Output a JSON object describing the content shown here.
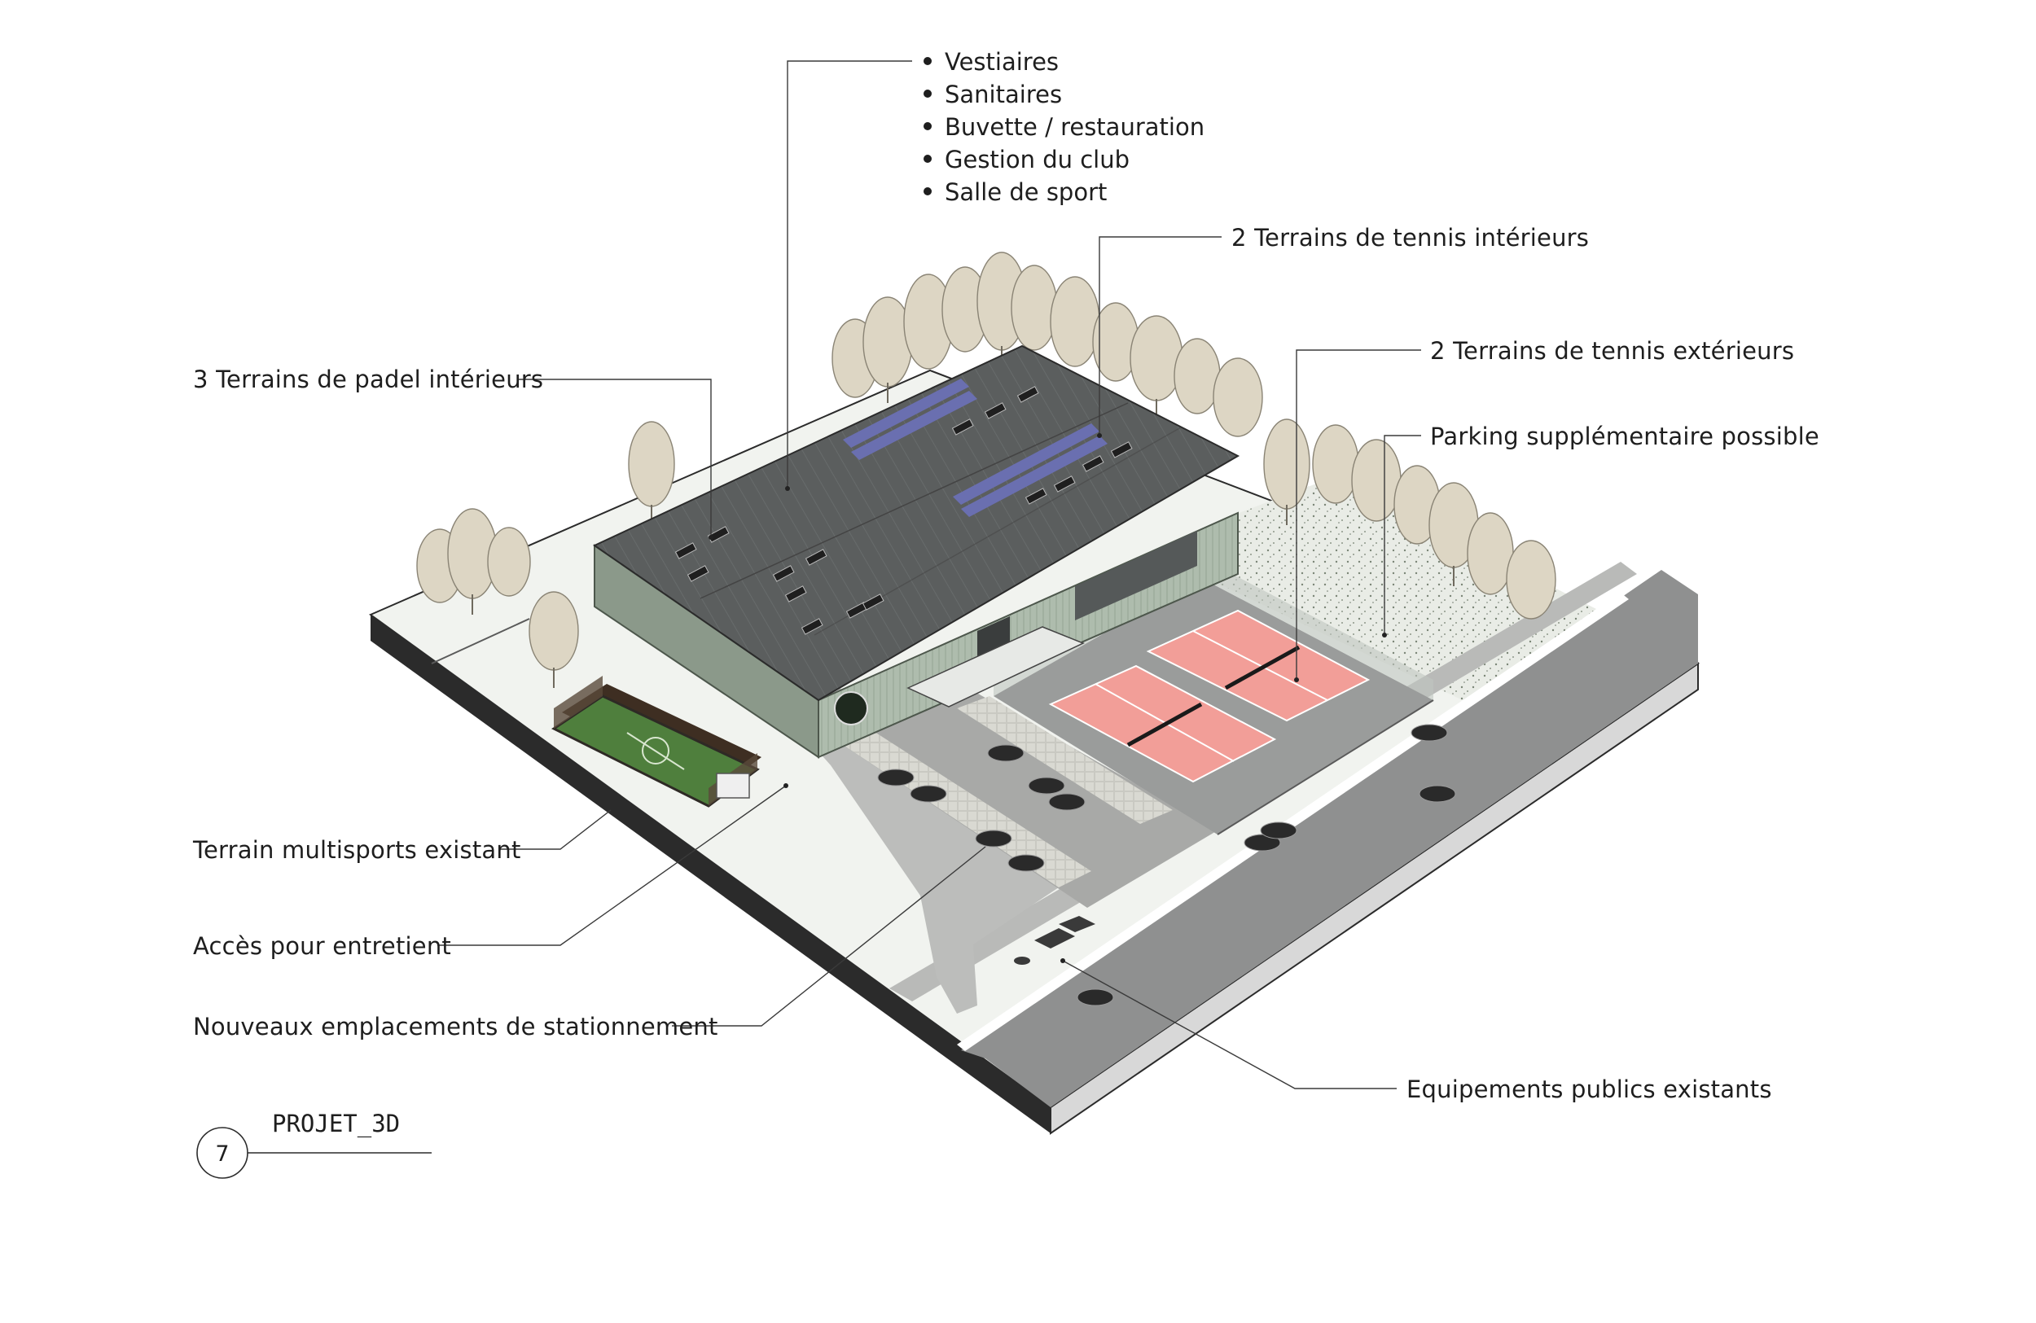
{
  "program_list": [
    "Vestiaires",
    "Sanitaires",
    "Buvette / restauration",
    "Gestion du club",
    "Salle de sport"
  ],
  "labels": {
    "tennis_indoor": "2 Terrains de tennis intérieurs",
    "tennis_outdoor": "2 Terrains de tennis extérieurs",
    "parking_extra": "Parking supplémentaire possible",
    "padel": "3 Terrains de padel intérieurs",
    "multisport": "Terrain multisports existant",
    "maintenance": "Accès pour entretient",
    "parking_new": "Nouveaux emplacements de stationnement",
    "public_equip": "Equipements publics existants"
  },
  "view": {
    "number": "7",
    "title": "PROJET_3D"
  },
  "colors": {
    "roof": "#5b5e5e",
    "facade": "#a9b8a8",
    "court_clay": "#f29e98",
    "turf": "#4f7f3d",
    "road": "#8f9090",
    "ground": "#f1f3ef",
    "tree": "#ddd6c4"
  }
}
